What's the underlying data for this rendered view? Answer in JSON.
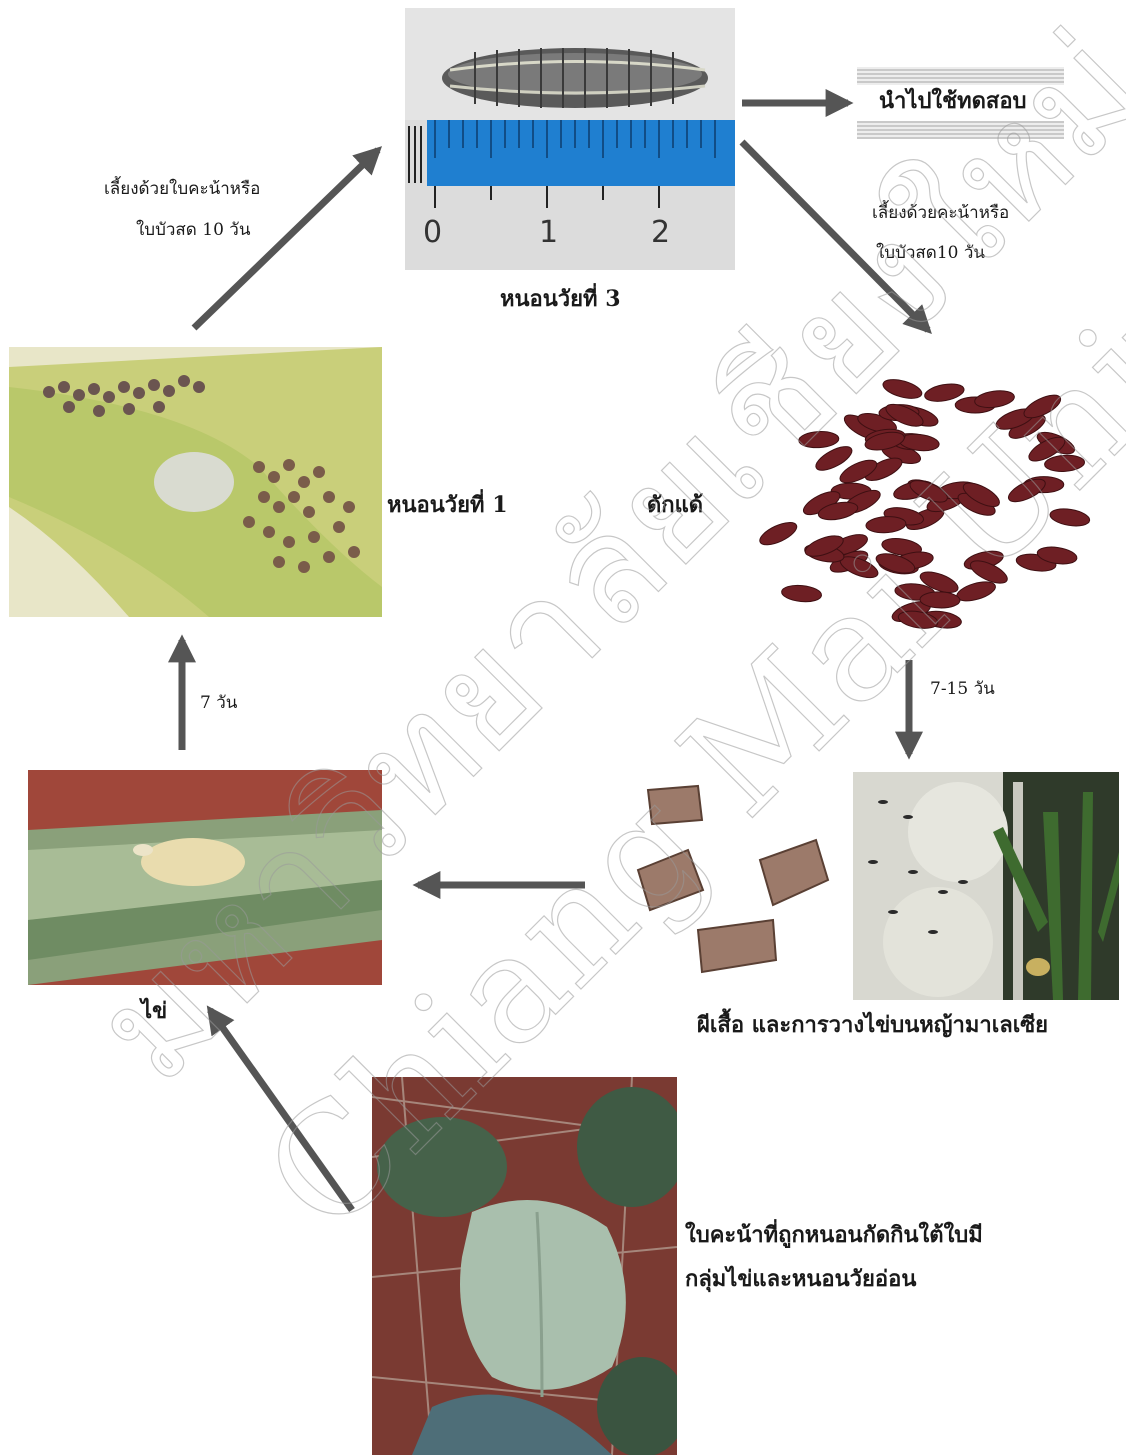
{
  "labels": {
    "larva3": "หนอนวัยที่ 3",
    "to_test": "นำไปใช้ทดสอบ",
    "feed_left_1": "เลี้ยงด้วยใบคะน้าหรือ",
    "feed_left_2": "ใบบัวสด 10 วัน",
    "feed_right_1": "เลี้ยงด้วยคะน้าหรือ",
    "feed_right_2": "ใบบัวสด10 วัน",
    "larva1": "หนอนวัยที่ 1",
    "pupa": "ดักแด้",
    "days_7_15": "7-15 วัน",
    "days_7": "7 วัน",
    "egg": "ไข่",
    "moth": "ผีเสื้อ และการวางไข่บนหญ้ามาเลเซีย",
    "leaf_1": "ใบคะน้าที่ถูกหนอนกัดกินใต้ใบมี",
    "leaf_2": "กลุ่มไข่และหนอนวัยอ่อน"
  },
  "ruler": {
    "tick_0": "0",
    "tick_1": "1",
    "tick_2": "2"
  },
  "watermark": {
    "line_1": "มหาวิทยาลัยเชียงใหม่",
    "line_2": "Chiang Mai University"
  },
  "colors": {
    "arrow": "#555555",
    "ruler_blue": "#1f7fd0",
    "pupa": "#6e1f24"
  }
}
